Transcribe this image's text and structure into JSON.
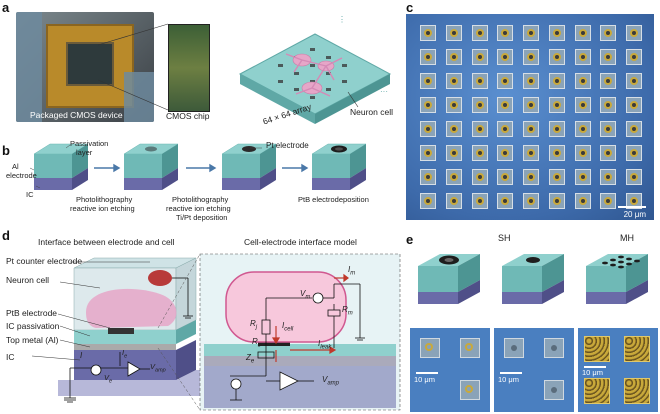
{
  "panels": {
    "a": "a",
    "b": "b",
    "c": "c",
    "d": "d",
    "e": "e"
  },
  "panel_a": {
    "device_label": "Packaged CMOS device",
    "chip_label": "CMOS chip",
    "array_label": "64 × 64 array",
    "neuron_label": "Neuron cell"
  },
  "panel_b": {
    "passivation_label_1": "Passivation",
    "passivation_label_2": "layer",
    "al_label_1": "Al",
    "al_label_2": "electrode",
    "ic_label": "IC",
    "step1_line1": "Photolithography",
    "step1_line2": "reactive ion etching",
    "step2_line1": "Photolithography",
    "step2_line2": "reactive ion etching",
    "step2_line3": "Ti/Pt deposition",
    "pt_label": "Pt electrode",
    "step3_line1": "PtB electrodeposition"
  },
  "panel_c": {
    "scale_label": "20 μm",
    "grid_cols": 9,
    "grid_rows": 8
  },
  "panel_d": {
    "left_title": "Interface between electrode and cell",
    "right_title": "Cell-electrode interface model",
    "labels": {
      "counter": "Pt counter electrode",
      "neuron": "Neuron cell",
      "ptb": "PtB electrode",
      "icpass": "IC passivation",
      "topmetal": "Top metal (Al)",
      "ic": "IC"
    },
    "circuit": {
      "i": "I",
      "ie": "I",
      "ie_sub": "e",
      "ve": "V",
      "ve_sub": "e",
      "vamp": "V",
      "vamp_sub": "amp",
      "vm": "V",
      "vm_sub": "m",
      "im": "I",
      "im_sub": "m",
      "rm": "R",
      "rm_sub": "m",
      "rj": "R",
      "rj_sub": "j",
      "icell": "I",
      "icell_sub": "cell",
      "ileak": "I",
      "ileak_sub": "leak",
      "rs": "R",
      "rs_sub": "s",
      "ze": "Z",
      "ze_sub": "e"
    }
  },
  "panel_e": {
    "sh": "SH",
    "mh": "MH",
    "scale1": "10 μm",
    "scale2": "10 μm",
    "scale3": "10 μm"
  },
  "colors": {
    "teal_top": "#8fd0cd",
    "teal_side": "#5fa8a6",
    "purple_side": "#6a6ba8",
    "purple_top": "#8788c0",
    "cell_pink": "#e6a6c8",
    "micro_bg": "#4a79b8",
    "pad_gold": "#c9a93a"
  }
}
